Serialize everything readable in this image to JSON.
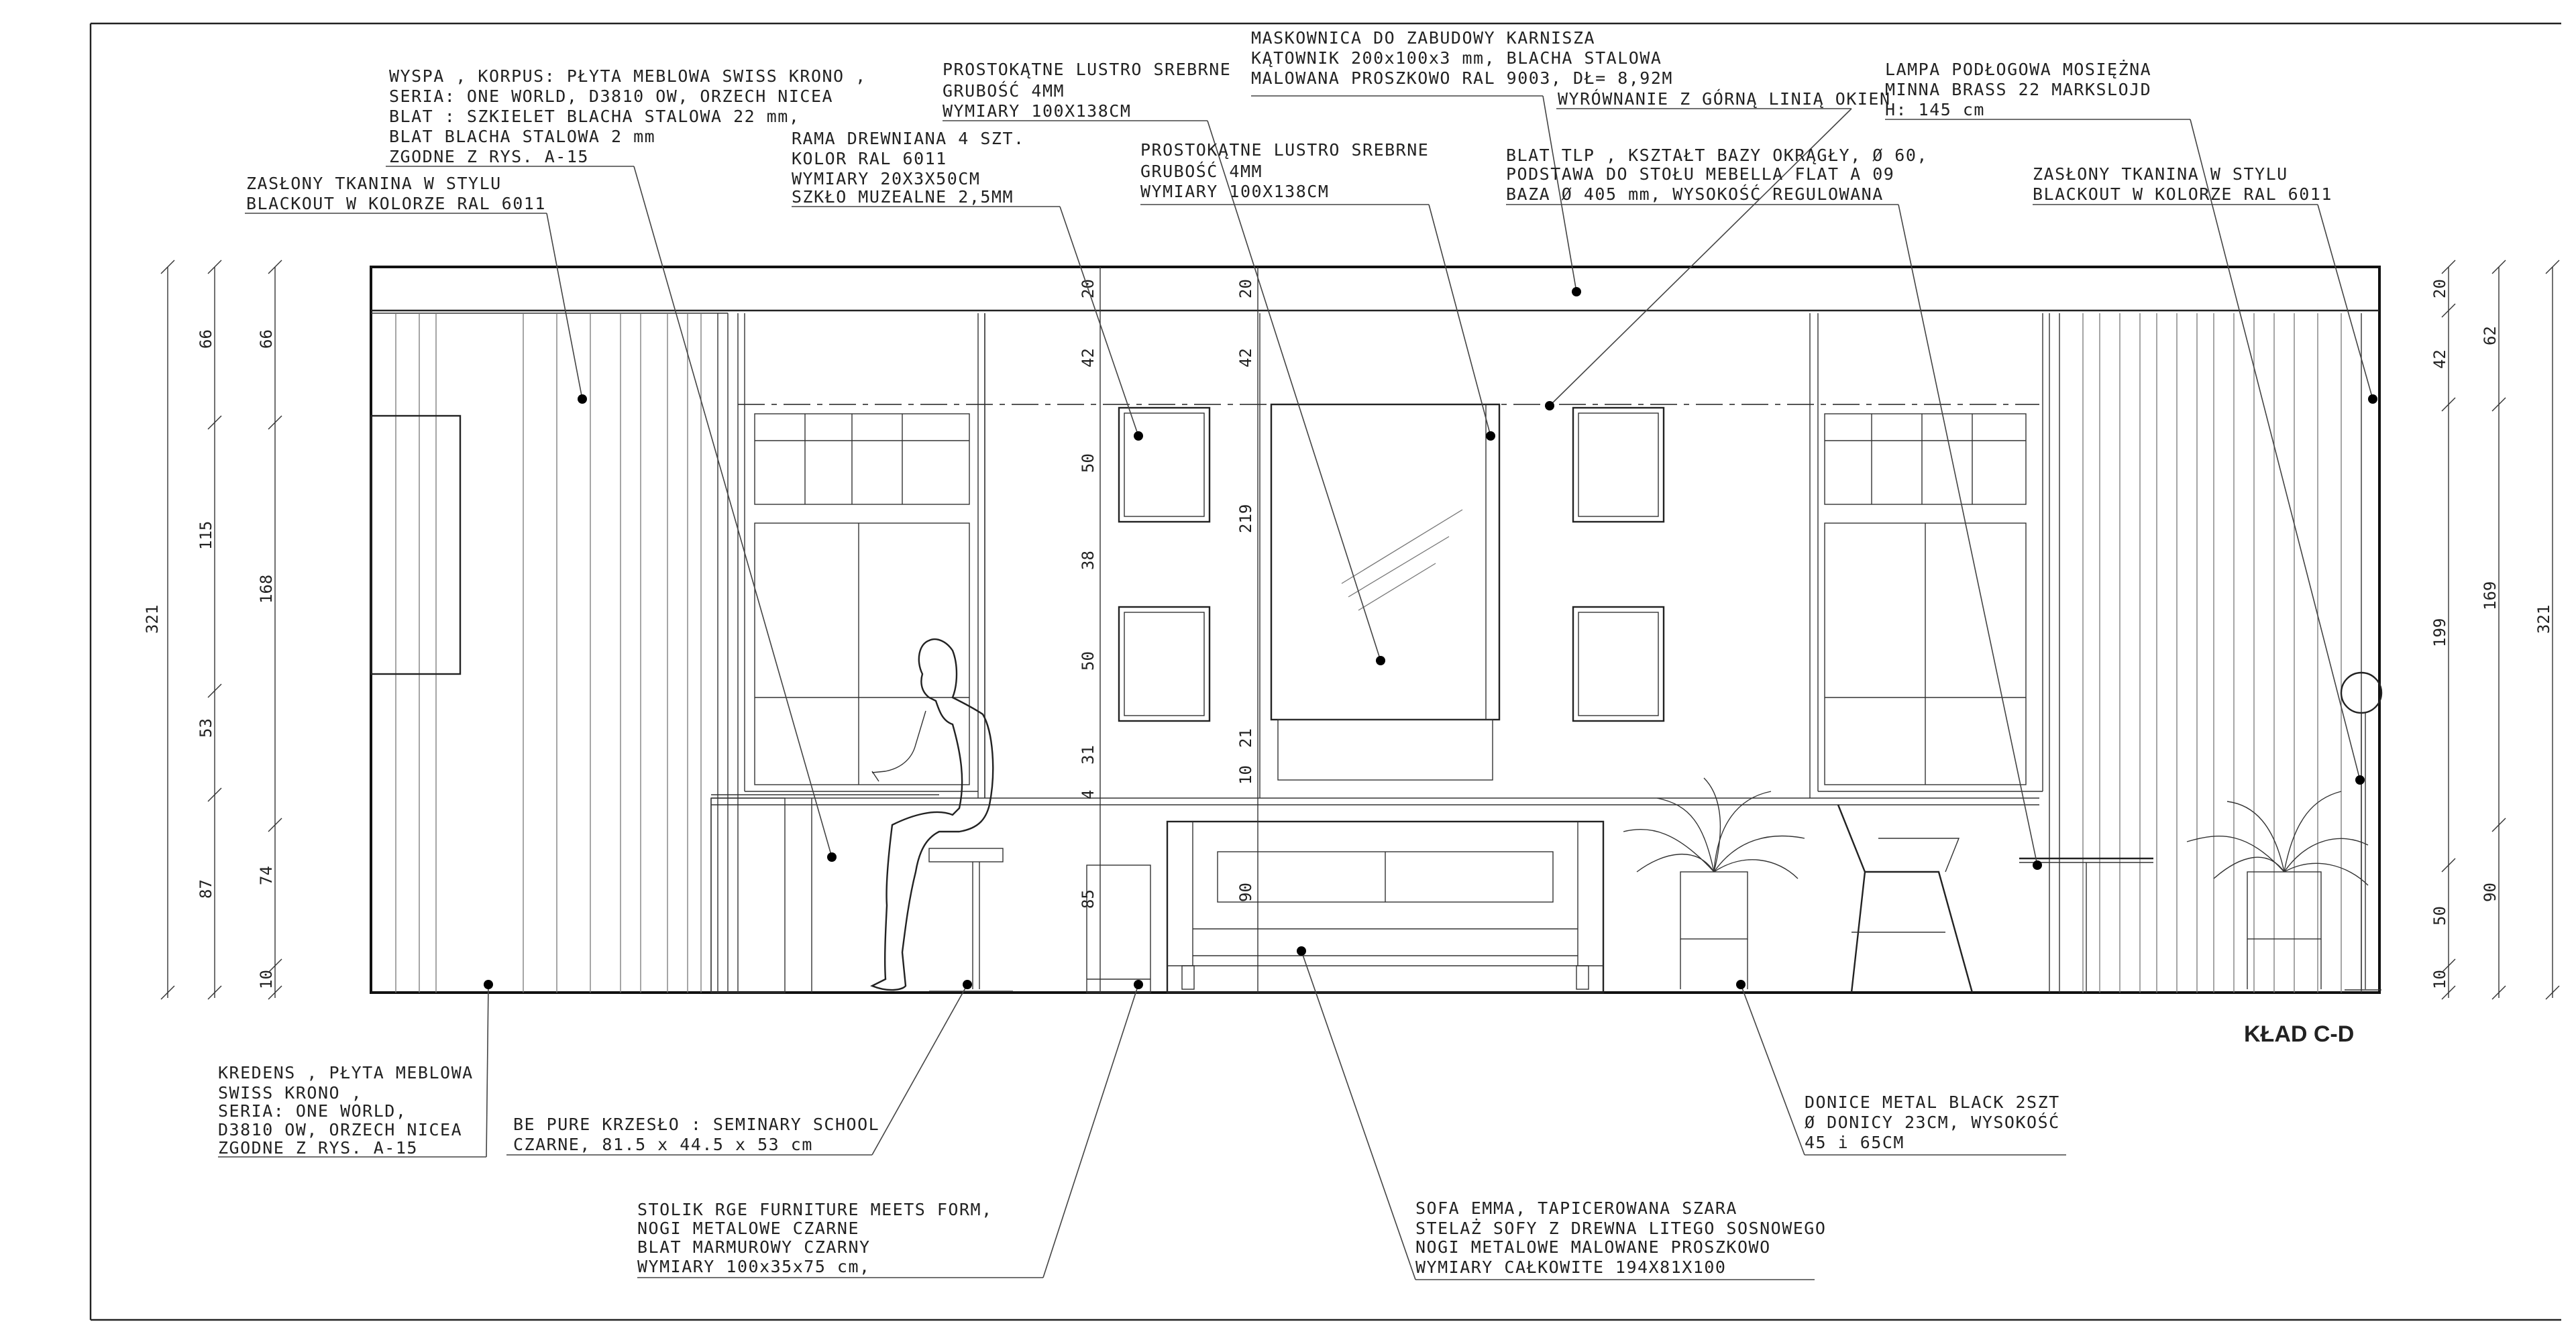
{
  "drawing": {
    "title": "KŁAD C-D"
  },
  "annotations": {
    "wyspa": [
      "WYSPA , KORPUS: PŁYTA MEBLOWA SWISS KRONO ,",
      "SERIA: ONE WORLD, D3810 OW, ORZECH NICEA",
      "BLAT : SZKIELET BLACHA STALOWA 22 mm,",
      "BLAT BLACHA STALOWA 2 mm",
      "ZGODNE Z RYS. A-15"
    ],
    "zaslony_left": [
      "ZASŁONY TKANINA W STYLU",
      "BLACKOUT W KOLORZE RAL 6011"
    ],
    "rama": [
      "RAMA DREWNIANA 4 SZT.",
      "KOLOR RAL 6011",
      "WYMIARY 20X3X50CM",
      "SZKŁO MUZEALNE 2,5MM"
    ],
    "lustro_1": [
      "PROSTOKĄTNE LUSTRO SREBRNE",
      "GRUBOŚĆ 4MM",
      "WYMIARY 100X138CM"
    ],
    "lustro_2": [
      "PROSTOKĄTNE LUSTRO SREBRNE",
      "GRUBOŚĆ 4MM",
      "WYMIARY 100X138CM"
    ],
    "maskownica": [
      "MASKOWNICA DO ZABUDOWY KARNISZA",
      "KĄTOWNIK 200x100x3 mm, BLACHA STALOWA",
      "MALOWANA PROSZKOWO RAL 9003, DŁ= 8,92M"
    ],
    "wyrownanie": [
      "WYRÓWNANIE Z GÓRNĄ LINIĄ OKIEN"
    ],
    "blat": [
      "BLAT TLP , KSZTAŁT BAZY OKRĄGŁY, Ø 60,",
      "PODSTAWA DO STOŁU MEBELLA FLAT A 09",
      "BAZA Ø 405 mm, WYSOKOŚĆ REGULOWANA"
    ],
    "lampa": [
      "LAMPA PODŁOGOWA  MOSIĘŻNA",
      "MINNA BRASS 22 MARKSLOJD",
      "H: 145 cm"
    ],
    "zaslony_right": [
      "ZASŁONY TKANINA W STYLU",
      "BLACKOUT W KOLORZE RAL 6011"
    ],
    "kredens": [
      "KREDENS , PŁYTA MEBLOWA",
      "SWISS KRONO ,",
      "SERIA: ONE WORLD,",
      "D3810 OW, ORZECH NICEA",
      "ZGODNE Z RYS. A-15"
    ],
    "krzeslo": [
      "BE PURE KRZESŁO : SEMINARY SCHOOL",
      "CZARNE, 81.5 x 44.5 x 53 cm"
    ],
    "stolik": [
      "STOLIK RGE FURNITURE MEETS FORM,",
      "NOGI METALOWE CZARNE",
      "BLAT MARMUROWY CZARNY",
      "WYMIARY 100x35x75 cm,"
    ],
    "sofa": [
      "SOFA EMMA, TAPICEROWANA SZARA",
      "STELAŻ SOFY Z DREWNA LITEGO SOSNOWEGO",
      "NOGI METALOWE MALOWANE PROSZKOWO",
      "WYMIARY CAŁKOWITE 194X81X100"
    ],
    "donice": [
      "DONICE METAL BLACK 2SZT",
      "Ø DONICY 23CM, WYSOKOŚĆ",
      "45 i 65CM"
    ]
  },
  "dimensions": {
    "left_outer": "321",
    "left_a": [
      "66",
      "115",
      "53",
      "87"
    ],
    "left_b": [
      "66",
      "168",
      "74",
      "10"
    ],
    "center_a": [
      "20",
      "42",
      "50",
      "38",
      "50",
      "31",
      "4",
      "85"
    ],
    "center_b": [
      "20",
      "42",
      "219",
      "10",
      "21",
      "90"
    ],
    "right_a": [
      "20",
      "42",
      "199",
      "50",
      "10"
    ],
    "right_b": [
      "62",
      "169",
      "90"
    ],
    "right_outer": "321"
  }
}
